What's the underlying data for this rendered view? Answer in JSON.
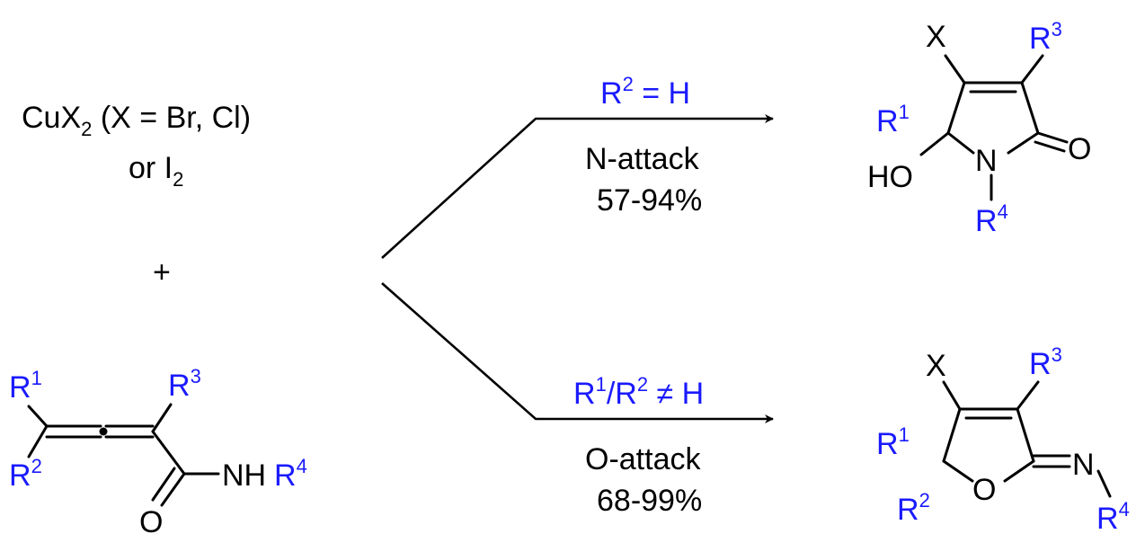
{
  "reagents": {
    "oxidant_line1_main": "CuX",
    "oxidant_line1_sub": "2",
    "oxidant_line1_rest": " (X = Br, Cl)",
    "oxidant_line2_main": "or I",
    "oxidant_line2_sub": "2",
    "plus": "+"
  },
  "allene_substrate": {
    "r1": "R",
    "r1_sup": "1",
    "r2": "R",
    "r2_sup": "2",
    "r3": "R",
    "r3_sup": "3",
    "nh": "NH",
    "r4": "R",
    "r4_sup": "4",
    "o": "O"
  },
  "top_pathway": {
    "condition_r": "R",
    "condition_sup": "2",
    "condition_rest": " = H",
    "attack_label": "N-attack",
    "yield": "57-94%"
  },
  "bottom_pathway": {
    "condition_r1": "R",
    "condition_sup1": "1",
    "condition_mid": "/R",
    "condition_sup2": "2",
    "condition_rest": " ≠ H",
    "attack_label": "O-attack",
    "yield": "68-99%"
  },
  "product_lactam": {
    "x": "X",
    "r3": "R",
    "r3_sup": "3",
    "r1": "R",
    "r1_sup": "1",
    "ho": "HO",
    "n": "N",
    "o": "O",
    "r4": "R",
    "r4_sup": "4"
  },
  "product_iminolactone": {
    "x": "X",
    "r3": "R",
    "r3_sup": "3",
    "r1": "R",
    "r1_sup": "1",
    "r2": "R",
    "r2_sup": "2",
    "o_ring": "O",
    "n": "N",
    "r4": "R",
    "r4_sup": "4"
  },
  "colors": {
    "substituent": "#1a1aff",
    "text": "#000000"
  }
}
